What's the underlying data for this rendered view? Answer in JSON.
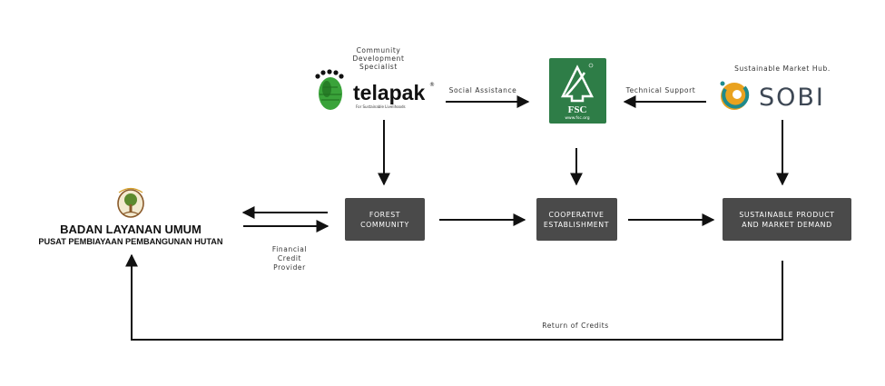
{
  "nodes": {
    "blu": {
      "title": "BADAN LAYANAN UMUM",
      "subtitle": "PUSAT PEMBIAYAAN PEMBANGUNAN HUTAN"
    },
    "telapak": {
      "label_line1": "Community",
      "label_line2": "Development",
      "label_line3": "Specialist",
      "logo_word": "telapak",
      "logo_tagline": "For Sustainable Livelihoods"
    },
    "fsc": {
      "logo_word": "FSC",
      "logo_url": "www.fsc.org"
    },
    "sobi": {
      "label": "Sustainable Market Hub.",
      "logo_word": "SOBI"
    },
    "forest_community": {
      "line1": "FOREST",
      "line2": "COMMUNITY"
    },
    "cooperative": {
      "line1": "COOPERATIVE",
      "line2": "ESTABLISHMENT"
    },
    "sustainable": {
      "line1": "SUSTAINABLE PRODUCT",
      "line2": "AND MARKET DEMAND"
    }
  },
  "edges": {
    "social_assistance": "Social Assistance",
    "technical_support": "Technical Support",
    "financial_line1": "Financial",
    "financial_line2": "Credit",
    "financial_line3": "Provider",
    "return_of_credits": "Return of Credits"
  },
  "colors": {
    "box_fill": "#4a4a4a",
    "arrow": "#111111",
    "fsc_green": "#2e7d47",
    "telapak_green": "#3aa33a",
    "sobi_gold": "#e9a21f",
    "sobi_teal": "#1f8a8c",
    "blu_brown": "#8a5a2b",
    "blu_green": "#5c8a2e"
  },
  "icons": [
    "telapak-foot-logo",
    "fsc-tree-logo",
    "sobi-swirl-logo",
    "blu-emblem"
  ]
}
